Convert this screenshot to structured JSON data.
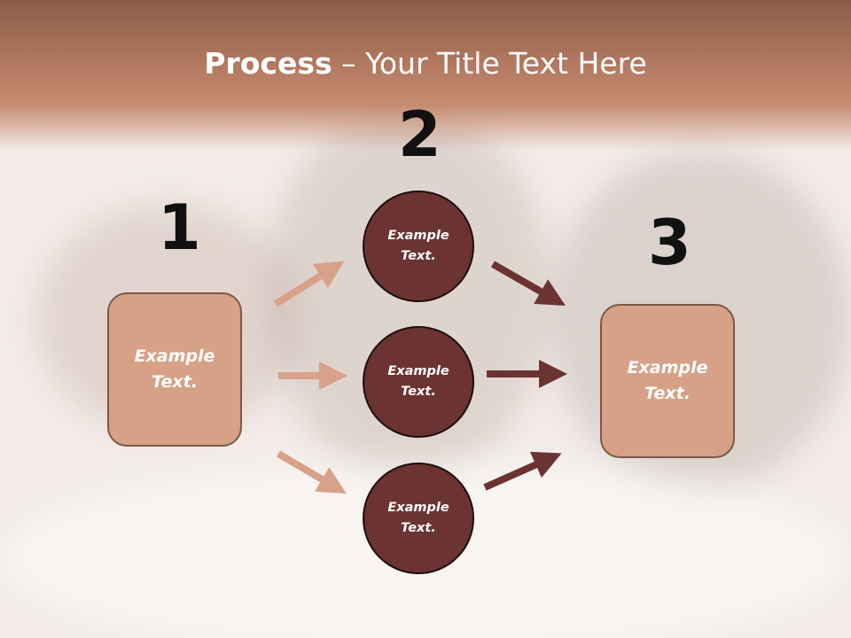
{
  "title": {
    "bold": "Process",
    "rest": " – Your Title Text Here"
  },
  "steps": {
    "one": "1",
    "two": "2",
    "three": "3"
  },
  "boxes": {
    "left": "Example Text.",
    "right": "Example Text."
  },
  "circles": [
    {
      "label": "Example Text."
    },
    {
      "label": "Example Text."
    },
    {
      "label": "Example Text."
    }
  ],
  "colors": {
    "header": "#b47a62",
    "box_fill": "#d6a186",
    "circle_fill": "#6b3331",
    "arrow_light": "#d8a189",
    "arrow_dark": "#6b3331"
  }
}
